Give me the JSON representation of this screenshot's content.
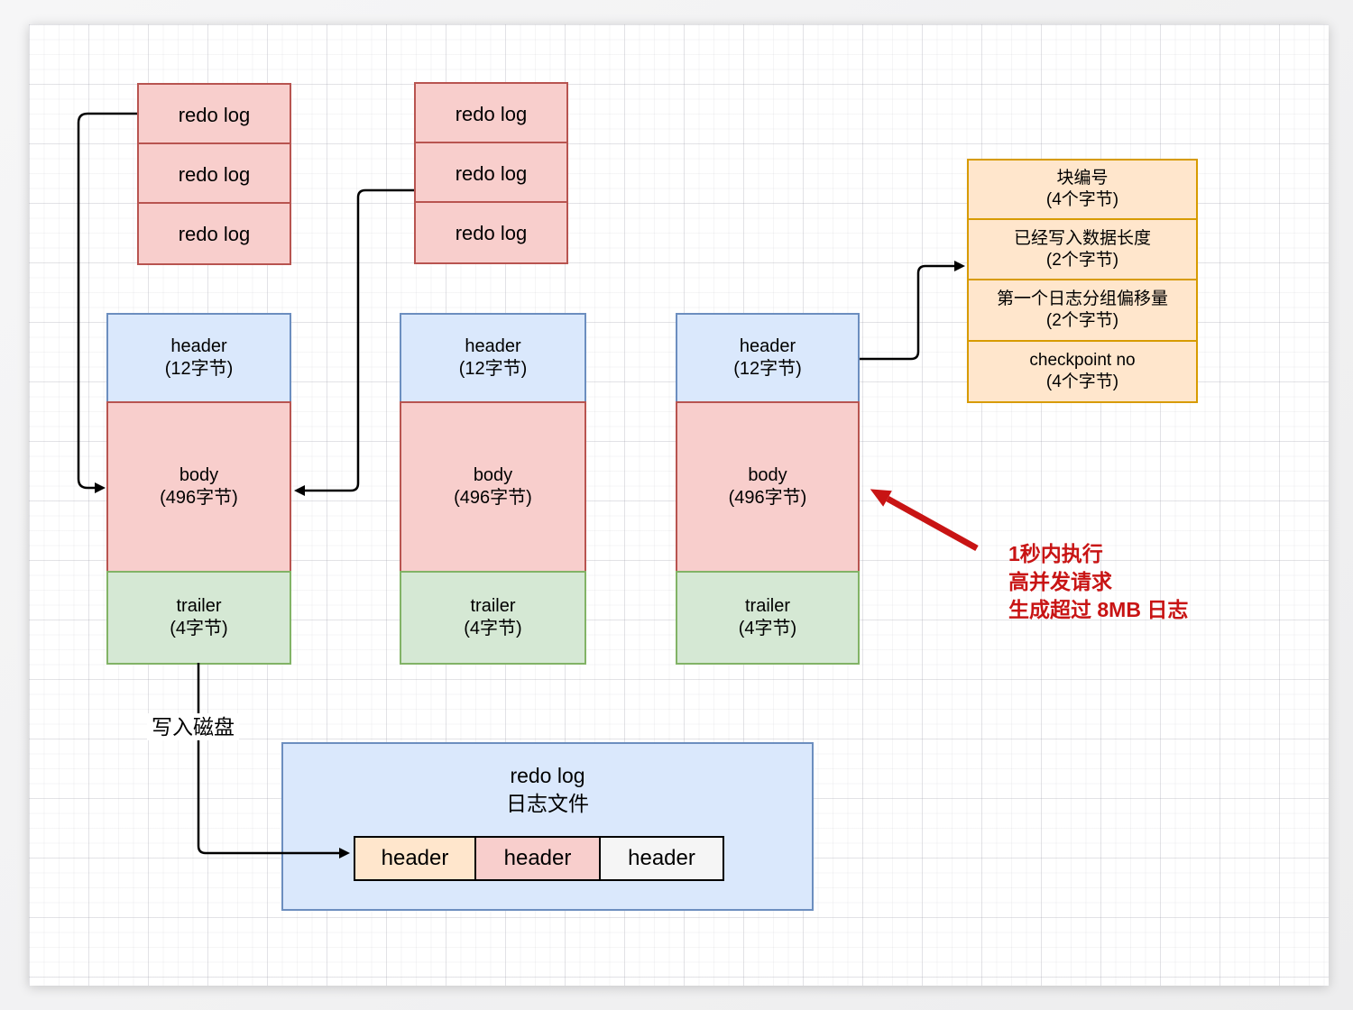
{
  "palette": {
    "pink_fill": "#f8cecc",
    "pink_stroke": "#b85450",
    "blue_fill": "#dae8fc",
    "blue_stroke": "#6c8ebf",
    "green_fill": "#d5e8d4",
    "green_stroke": "#82b366",
    "orange_fill": "#ffe6cc",
    "orange_stroke": "#d79b00",
    "gold_stroke": "#d6a04f",
    "gray_fill": "#f5f5f5",
    "gray_stroke": "#666666",
    "connector_color": "#000000",
    "annotation_red": "#c81414"
  },
  "log_buffer": {
    "left_stack": [
      "redo log",
      "redo log",
      "redo log"
    ],
    "right_stack": [
      "redo log",
      "redo log",
      "redo log"
    ]
  },
  "blocks": {
    "block1": {
      "header_title": "header",
      "header_size": "(12字节)",
      "body_title": "body",
      "body_size": "(496字节)",
      "trailer_title": "trailer",
      "trailer_size": "(4字节)"
    },
    "block2": {
      "header_title": "header",
      "header_size": "(12字节)",
      "body_title": "body",
      "body_size": "(496字节)",
      "trailer_title": "trailer",
      "trailer_size": "(4字节)"
    },
    "block3": {
      "header_title": "header",
      "header_size": "(12字节)",
      "body_title": "body",
      "body_size": "(496字节)",
      "trailer_title": "trailer",
      "trailer_size": "(4字节)"
    }
  },
  "header_detail": {
    "rows": [
      {
        "title": "块编号",
        "size": "(4个字节)"
      },
      {
        "title": "已经写入数据长度",
        "size": "(2个字节)"
      },
      {
        "title": "第一个日志分组偏移量",
        "size": "(2个字节)"
      },
      {
        "title": "checkpoint no",
        "size": "(4个字节)"
      }
    ]
  },
  "annotation": {
    "line1": "1秒内执行",
    "line2": "高并发请求",
    "line3": "生成超过 8MB 日志"
  },
  "disk_arrow_label": "写入磁盘",
  "log_file": {
    "title_line1": "redo log",
    "title_line2": "日志文件",
    "cell1": "header",
    "cell2": "header",
    "cell3": "header"
  }
}
